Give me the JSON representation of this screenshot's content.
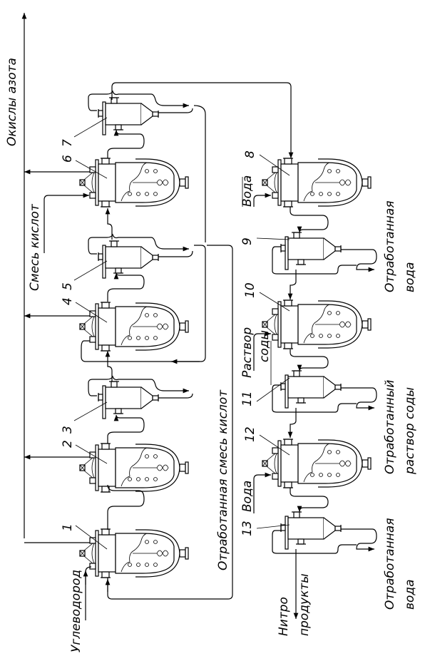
{
  "diagram": {
    "type": "process-flow-diagram",
    "orientation": "rotated-90-ccw",
    "colors": {
      "line": "#000000",
      "background": "#ffffff"
    },
    "labels": {
      "nitrogen_oxides": "Окислы азота",
      "acid_mixture": "Смесь кислот",
      "spent_acid_mixture": "Отработанная смесь кислот",
      "hydrocarbon": "Углеводород",
      "water_1": "Вода",
      "soda_solution_l1": "Раствор",
      "soda_solution_l2": "соды",
      "water_2": "Вода",
      "spent_water_1_l1": "Отработанная",
      "spent_water_1_l2": "вода",
      "spent_soda_l1": "Отработанный",
      "spent_soda_l2": "раствор соды",
      "spent_water_2_l1": "Отработанная",
      "spent_water_2_l2": "вода",
      "nitro_l1": "Нитро",
      "nitro_l2": "продукты"
    },
    "equipment_numbers": {
      "n1": "1",
      "n2": "2",
      "n3": "3",
      "n4": "4",
      "n5": "5",
      "n6": "6",
      "n7": "7",
      "n8": "8",
      "n9": "9",
      "n10": "10",
      "n11": "11",
      "n12": "12",
      "n13": "13"
    },
    "equipment": [
      {
        "id": "1",
        "kind": "nitrator"
      },
      {
        "id": "2",
        "kind": "nitrator"
      },
      {
        "id": "3",
        "kind": "separator"
      },
      {
        "id": "4",
        "kind": "nitrator"
      },
      {
        "id": "5",
        "kind": "separator"
      },
      {
        "id": "6",
        "kind": "nitrator"
      },
      {
        "id": "7",
        "kind": "separator"
      },
      {
        "id": "8",
        "kind": "washer"
      },
      {
        "id": "9",
        "kind": "separator"
      },
      {
        "id": "10",
        "kind": "washer"
      },
      {
        "id": "11",
        "kind": "separator"
      },
      {
        "id": "12",
        "kind": "washer"
      },
      {
        "id": "13",
        "kind": "separator"
      }
    ]
  }
}
